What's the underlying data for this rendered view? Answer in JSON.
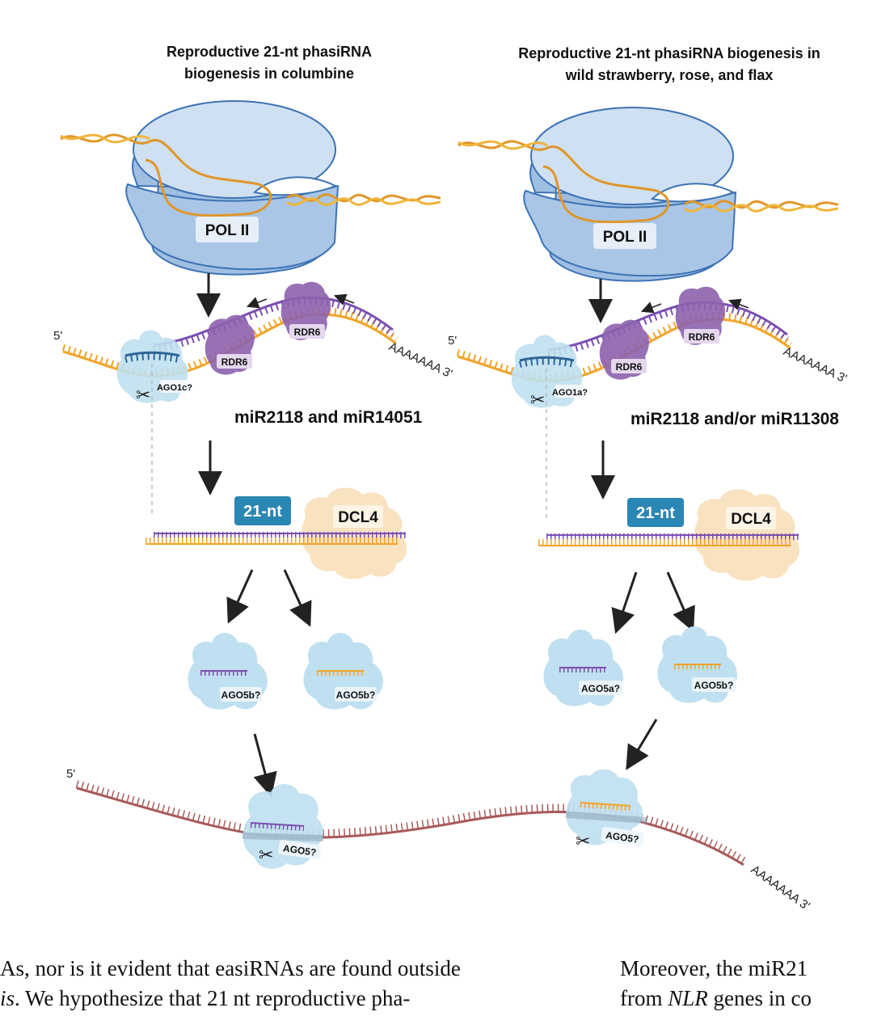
{
  "panels": [
    {
      "title_line1": "Reproductive 21-nt phasiRNA",
      "title_line2": "biogenesis in columbine",
      "polymerase": "POL II",
      "trigger_ago": "AGO1c?",
      "rdr_left": "RDR6",
      "rdr_right": "RDR6",
      "five_prime": "5'",
      "polyA": "AAAAAAA 3'",
      "mirnas": "miR2118 and miR14051",
      "length_badge": "21-nt",
      "dicer": "DCL4",
      "effector_left": "AGO5b?",
      "effector_right": "AGO5b?",
      "target_ago": "AGO5?"
    },
    {
      "title_line1": "Reproductive 21-nt phasiRNA biogenesis in",
      "title_line2": "wild strawberry, rose, and flax",
      "polymerase": "POL II",
      "trigger_ago": "AGO1a?",
      "rdr_left": "RDR6",
      "rdr_right": "RDR6",
      "five_prime": "5'",
      "polyA": "AAAAAAA 3'",
      "mirnas": "miR2118 and/or miR11308",
      "length_badge": "21-nt",
      "dicer": "DCL4",
      "effector_left": "AGO5a?",
      "effector_right": "AGO5b?",
      "target_ago": "AGO5?"
    }
  ],
  "target_mrna": {
    "five_prime": "5'",
    "polyA": "AAAAAAA 3'"
  },
  "body_text": {
    "left_col_line1": "As, nor is it evident that easiRNAs are found outside",
    "left_col_line2_italic": "is",
    "left_col_line2_rest": ". We hypothesize that 21 nt reproductive pha-",
    "right_col_line1": "Moreover, the miR21",
    "right_col_line2_start": "from ",
    "right_col_line2_italic": "NLR",
    "right_col_line2_rest": " genes in co"
  },
  "colors": {
    "pol2_fill": "#b9d0ea",
    "pol2_stroke": "#4a7fbf",
    "dna": "#e0962a",
    "rna_orange": "#f2a42a",
    "rna_purple": "#7b4fb0",
    "mirna_blue": "#2f6596",
    "ago_fill": "#bfe0f0",
    "rdr_fill": "#8d62ad",
    "dcl_fill": "#f8dfb8",
    "badge": "#2a86b3",
    "target_rna": "#a85a5a"
  }
}
